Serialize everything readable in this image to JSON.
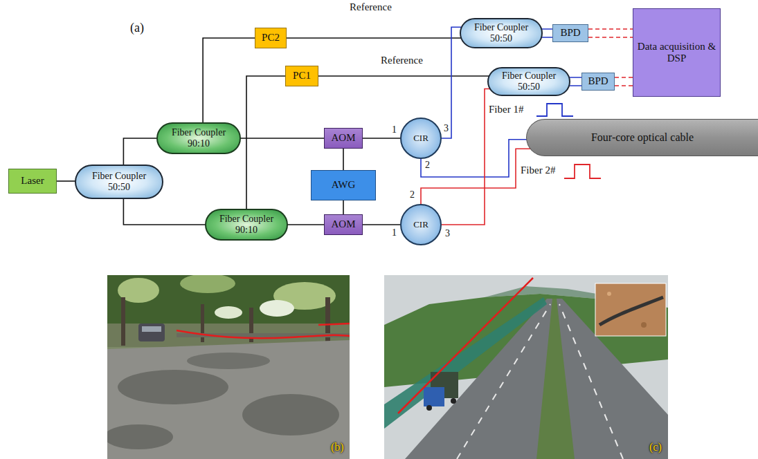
{
  "diagram": {
    "nodes": [
      {
        "text": [
          "Laser"
        ]
      },
      {
        "text": [
          "Fiber Coupler 50:50"
        ]
      },
      {
        "text": [
          "Fiber Coupler 90:10"
        ]
      },
      {
        "text": [
          "Fiber Coupler 90:10"
        ]
      },
      {
        "text": [
          "PC2"
        ]
      },
      {
        "text": [
          "PC1"
        ]
      },
      {
        "text": [
          "AOM"
        ]
      },
      {
        "text": [
          "AWG"
        ]
      },
      {
        "text": [
          "AOM"
        ]
      },
      {
        "text": [
          "CIR"
        ]
      },
      {
        "text": [
          "CIR"
        ]
      },
      {
        "text": [
          "Fiber Coupler 50:50"
        ]
      },
      {
        "text": [
          "BPD"
        ]
      },
      {
        "text": [
          "Fiber Coupler 50:50"
        ]
      },
      {
        "text": [
          "BPD"
        ]
      },
      {
        "text": [
          "Data acquisition & DSP"
        ]
      },
      {
        "text": [
          "Four-core optical cable"
        ]
      }
    ],
    "edges": [
      {
        "from": 0,
        "to": 1,
        "arrow": "none"
      },
      {
        "from": 1,
        "to": 2,
        "arrow": "none"
      },
      {
        "from": 1,
        "to": 3,
        "arrow": "none"
      },
      {
        "from": 2,
        "to": 4,
        "arrow": "none"
      },
      {
        "from": 2,
        "to": 6,
        "arrow": "none"
      },
      {
        "from": 3,
        "to": 5,
        "arrow": "none"
      },
      {
        "from": 3,
        "to": 8,
        "arrow": "none"
      },
      {
        "from": 4,
        "to": 11,
        "arrow": "none"
      },
      {
        "from": 5,
        "to": 13,
        "arrow": "none"
      },
      {
        "from": 7,
        "to": 6,
        "arrow": "none"
      },
      {
        "from": 7,
        "to": 8,
        "arrow": "none"
      },
      {
        "from": 6,
        "to": 9,
        "arrow": "none"
      },
      {
        "from": 8,
        "to": 10,
        "arrow": "none"
      },
      {
        "from": 9,
        "to": 16,
        "arrow": "none"
      },
      {
        "from": 9,
        "to": 11,
        "arrow": "none"
      },
      {
        "from": 10,
        "to": 16,
        "arrow": "none"
      },
      {
        "from": 10,
        "to": 13,
        "arrow": "none"
      },
      {
        "from": 11,
        "to": 12,
        "arrow": "none"
      },
      {
        "from": 13,
        "to": 14,
        "arrow": "none"
      },
      {
        "from": 12,
        "to": 15,
        "arrow": "none"
      },
      {
        "from": 14,
        "to": 15,
        "arrow": "none"
      }
    ],
    "labels": [
      "(a)",
      "Reference",
      "Reference",
      "1",
      "3",
      "2",
      "Fiber 1#",
      "2",
      "1",
      "3",
      "Fiber 2#",
      "(b)",
      "(c)"
    ]
  }
}
